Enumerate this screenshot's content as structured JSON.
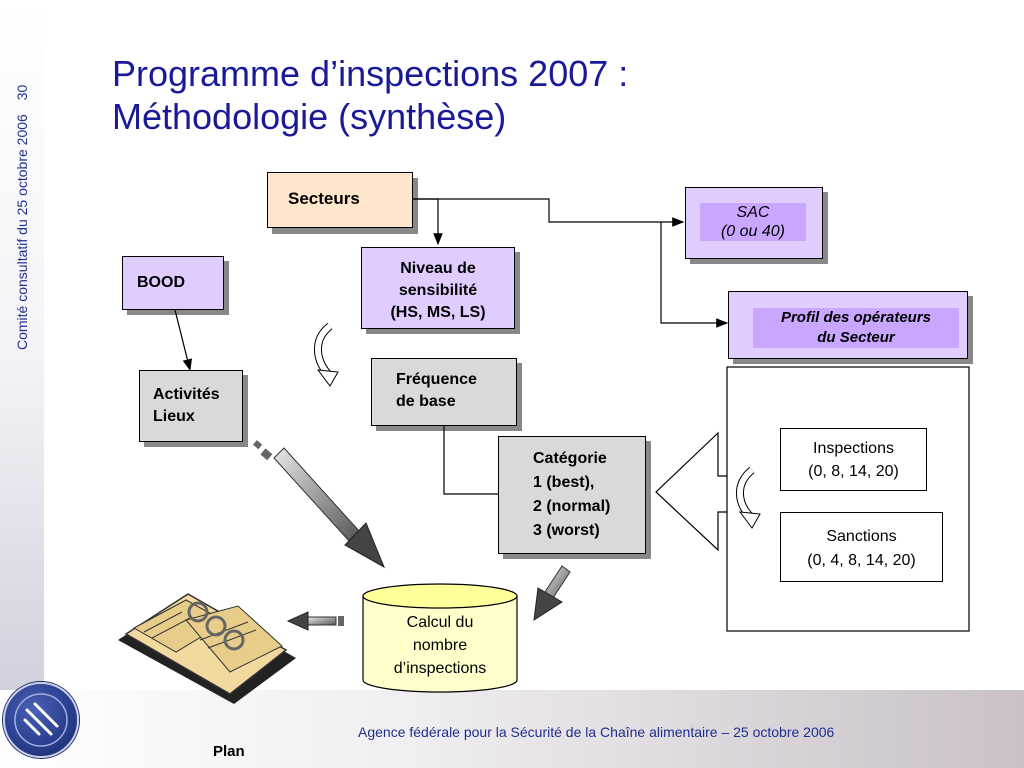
{
  "slide": {
    "title_line1": "Programme d’inspections 2007 :",
    "title_line2": "Méthodologie (synthèse)",
    "side_label": "Comité consultatif du 25 octobre 2006",
    "page_number": "30",
    "footer": "Agence fédérale pour la Sécurité de la Chaîne alimentaire – 25 octobre 2006",
    "plan_link": "Plan"
  },
  "diagram": {
    "secteurs": "Secteurs",
    "sac_line1": "SAC",
    "sac_line2": "(0 ou 40)",
    "profil_line1": "Profil des opérateurs",
    "profil_line2": "du Secteur",
    "bood": "BOOD",
    "niveau_line1": "Niveau de",
    "niveau_line2": "sensibilité",
    "niveau_line3": "(HS, MS, LS)",
    "activites_line1": "Activités",
    "activites_line2": "Lieux",
    "frequence_line1": "Fréquence",
    "frequence_line2": "de base",
    "categorie_line1": "Catégorie",
    "categorie_line2": "1 (best),",
    "categorie_line3": "2 (normal)",
    "categorie_line4": "3 (worst)",
    "inspections_line1": "Inspections",
    "inspections_line2": "(0, 8, 14, 20)",
    "sanctions_line1": "Sanctions",
    "sanctions_line2": "(0, 4, 8, 14, 20)",
    "calcul_line1": "Calcul du",
    "calcul_line2": "nombre",
    "calcul_line3": "d’inspections"
  }
}
